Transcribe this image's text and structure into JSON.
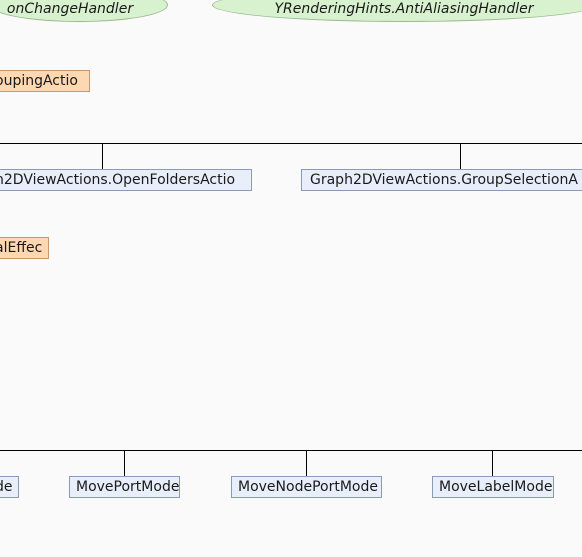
{
  "interfaces": {
    "left": "onChangeHandler",
    "right": "YRenderingHints.AntiAliasingHandler"
  },
  "abstract_classes": {
    "grouping_action": "oupingActio",
    "effect": "alEffec"
  },
  "actions": {
    "open_folders": "h2DViewActions.OpenFoldersActio",
    "group_selection": "Graph2DViewActions.GroupSelectionA"
  },
  "modes": {
    "partial_left": "de",
    "move_port": "MovePortMode",
    "move_node_port": "MoveNodePortMode",
    "move_label": "MoveLabelMode"
  }
}
